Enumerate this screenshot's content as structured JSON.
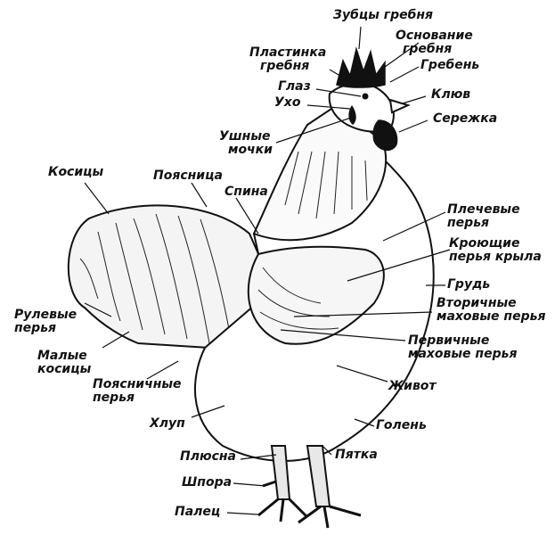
{
  "labels": {
    "comb_teeth": "Зубцы гребня",
    "comb_base_1": "Основание",
    "comb_base_2": "гребня",
    "comb_blade_1": "Пластинка",
    "comb_blade_2": "гребня",
    "comb": "Гребень",
    "eye": "Глаз",
    "ear": "Ухо",
    "beak": "Клюв",
    "wattle": "Сережка",
    "earlobes_1": "Ушные",
    "earlobes_2": "мочки",
    "sickles": "Косицы",
    "saddle": "Поясница",
    "back": "Спина",
    "shoulder_1": "Плечевые",
    "shoulder_2": "перья",
    "wing_coverts_1": "Кроющие",
    "wing_coverts_2": "перья крыла",
    "breast": "Грудь",
    "secondaries_1": "Вторичные",
    "secondaries_2": "маховые перья",
    "tail_1": "Рулевые",
    "tail_2": "перья",
    "primaries_1": "Первичные",
    "primaries_2": "маховые перья",
    "small_sickles_1": "Малые",
    "small_sickles_2": "косицы",
    "saddle_feathers_1": "Поясничные",
    "saddle_feathers_2": "перья",
    "belly": "Живот",
    "fluff": "Хлуп",
    "shank_upper": "Голень",
    "metatarsus": "Плюсна",
    "heel": "Пятка",
    "spur": "Шпора",
    "toe": "Палец"
  },
  "colors": {
    "ink": "#111111",
    "paper": "#ffffff"
  }
}
